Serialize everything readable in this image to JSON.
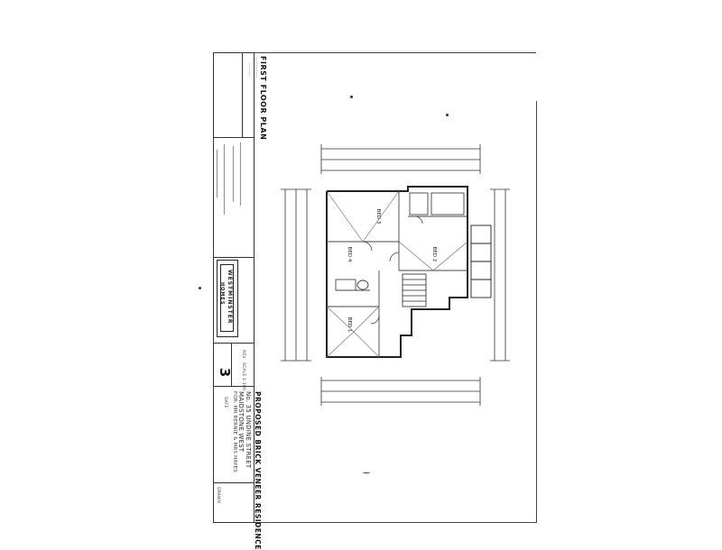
{
  "title_block": {
    "drawing_title": "FIRST FLOOR PLAN",
    "project_title": "PROPOSED BRICK VENEER RESIDENCE",
    "site_address": "No. 35 UNDINE STREET",
    "suburb": "MAIDSTONE WEST",
    "client": "FOR: MR BERNIE & MRS HAYES",
    "builder_name": "WESTMINSTER",
    "builder_sub": "HOMES",
    "sheet_number": "3",
    "rev_label": "REV",
    "scale_label": "SCALE 1:100",
    "date_label": "DATE",
    "drawn_label": "DRAWN"
  },
  "plan": {
    "rooms": [
      {
        "key": "bed3",
        "label": "BED 3"
      },
      {
        "key": "bed4",
        "label": "BED 4"
      },
      {
        "key": "bed2",
        "label": "BED 2"
      },
      {
        "key": "bed1",
        "label": "BED 1"
      }
    ]
  },
  "colors": {
    "ink": "#222222",
    "paper": "#ffffff"
  }
}
